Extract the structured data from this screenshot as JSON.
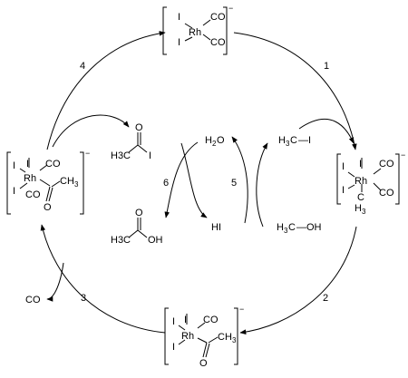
{
  "diagram": {
    "steps": [
      "1",
      "2",
      "3",
      "4",
      "5",
      "6"
    ],
    "charge": "−",
    "complexes": {
      "top": {
        "metal": "Rh",
        "ligands": [
          "I",
          "I",
          "CO",
          "CO"
        ]
      },
      "right": {
        "metal": "Rh",
        "ligands": [
          "I",
          "I",
          "I",
          "CO",
          "CO",
          "C",
          "H3"
        ]
      },
      "bottom": {
        "metal": "Rh",
        "ligands": [
          "I",
          "I",
          "I",
          "CO",
          "CH3",
          "O"
        ]
      },
      "left": {
        "metal": "Rh",
        "ligands": [
          "I",
          "I",
          "I",
          "CO",
          "CH3",
          "O"
        ]
      }
    },
    "species": {
      "methyl_iodide": "H3C—I",
      "methanol": "H3C—OH",
      "water": "H2O",
      "hi": "HI",
      "carbon_monoxide": "CO",
      "acetyl_iodide": {
        "carbon": "H3C",
        "halogen": "I",
        "oxygen": "O"
      },
      "acetic_acid": {
        "carbon": "H3C",
        "hydroxyl": "OH",
        "oxygen": "O"
      }
    },
    "text": {
      "h": "H",
      "sub2": "2",
      "sub3": "3",
      "c": "C",
      "o": "O",
      "i": "I",
      "co": "CO",
      "oh": "OH",
      "ch": "CH",
      "rh": "Rh",
      "dash_i": "—I",
      "dash_oh": "—OH"
    }
  }
}
